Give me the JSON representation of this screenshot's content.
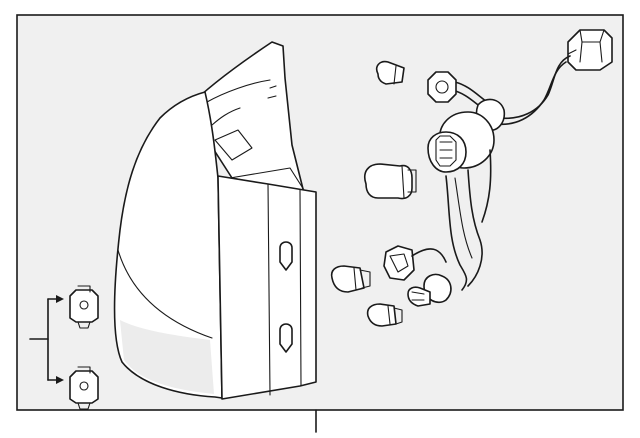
{
  "diagram": {
    "background_color": "#f0f0f0",
    "line_color": "#1a1a1a",
    "parts": [
      "tail-lamp-housing",
      "lamp-socket-wire-harness",
      "harness-connector",
      "bulb-small-top",
      "bulb-large",
      "bulb-lower-left",
      "bulb-lower-right",
      "bulb-socket-top",
      "bulb-socket-middle",
      "bulb-socket-lower",
      "mounting-nut-upper",
      "mounting-nut-lower"
    ]
  }
}
